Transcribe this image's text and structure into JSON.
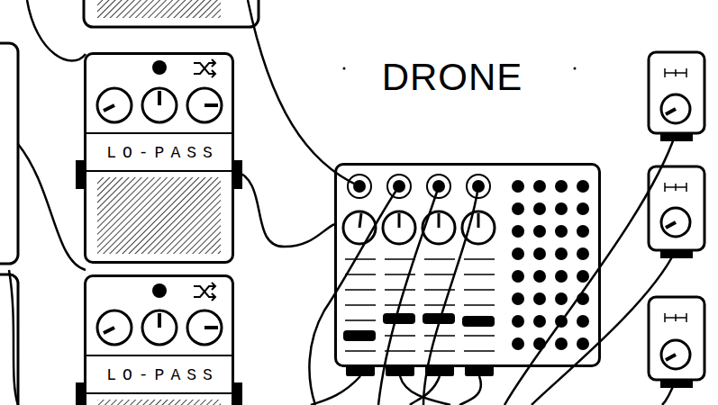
{
  "diagram": {
    "nodes": [
      {
        "text": [
          "LO-PASS"
        ]
      },
      {
        "text": [
          "DRONE"
        ]
      },
      {
        "text": [
          "LO-PASS"
        ]
      }
    ],
    "edges": [
      {
        "from": 0,
        "to": 1,
        "arrow": "none"
      }
    ]
  }
}
